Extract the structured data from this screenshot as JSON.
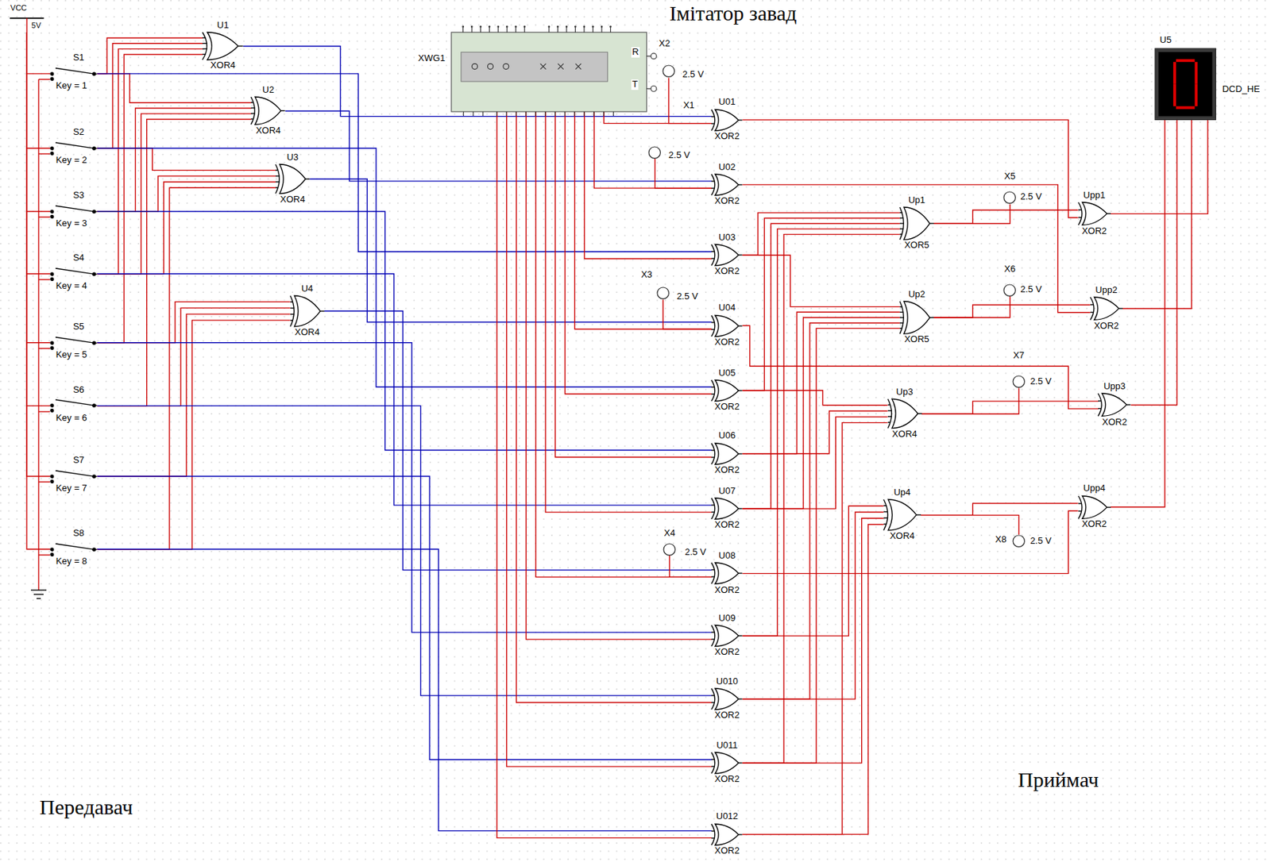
{
  "diagram": {
    "nodes": [
      {
        "text": [
          "VCC",
          "5V"
        ]
      },
      {
        "text": [
          "S1",
          "Key = 1"
        ]
      },
      {
        "text": [
          "S2",
          "Key = 2"
        ]
      },
      {
        "text": [
          "S3",
          "Key = 3"
        ]
      },
      {
        "text": [
          "S4",
          "Key = 4"
        ]
      },
      {
        "text": [
          "S5",
          "Key = 5"
        ]
      },
      {
        "text": [
          "S6",
          "Key = 6"
        ]
      },
      {
        "text": [
          "S7",
          "Key = 7"
        ]
      },
      {
        "text": [
          "S8",
          "Key = 8"
        ]
      },
      {
        "text": [
          "U1",
          "XOR4"
        ]
      },
      {
        "text": [
          "U2",
          "XOR4"
        ]
      },
      {
        "text": [
          "U3",
          "XOR4"
        ]
      },
      {
        "text": [
          "U4",
          "XOR4"
        ]
      },
      {
        "text": [
          "XWG1",
          "R",
          "T"
        ]
      },
      {
        "text": [
          "2.5 V"
        ]
      },
      {
        "text": [
          "2.5 V"
        ]
      },
      {
        "text": [
          "2.5 V"
        ]
      },
      {
        "text": [
          "X4",
          "2.5 V"
        ]
      },
      {
        "text": [
          "U01",
          "XOR2"
        ]
      },
      {
        "text": [
          "U02",
          "XOR2"
        ]
      },
      {
        "text": [
          "U03",
          "XOR2"
        ]
      },
      {
        "text": [
          "U04",
          "XOR2"
        ]
      },
      {
        "text": [
          "U05",
          "XOR2"
        ]
      },
      {
        "text": [
          "U06",
          "XOR2"
        ]
      },
      {
        "text": [
          "U07",
          "XOR2"
        ]
      },
      {
        "text": [
          "U08",
          "XOR2"
        ]
      },
      {
        "text": [
          "U09",
          "XOR2"
        ]
      },
      {
        "text": [
          "U010",
          "XOR2"
        ]
      },
      {
        "text": [
          "U011",
          "XOR2"
        ]
      },
      {
        "text": [
          "U012",
          "XOR2"
        ]
      },
      {
        "text": [
          "X5",
          "2.5 V"
        ]
      },
      {
        "text": [
          "X6",
          "2.5 V"
        ]
      },
      {
        "text": [
          "X7",
          "2.5 V"
        ]
      },
      {
        "text": [
          "X8",
          "2.5 V"
        ]
      },
      {
        "text": [
          "Up1",
          "XOR5"
        ]
      },
      {
        "text": [
          "Up2",
          "XOR5"
        ]
      },
      {
        "text": [
          "Up3",
          "XOR4"
        ]
      },
      {
        "text": [
          "Up4",
          "XOR4"
        ]
      },
      {
        "text": [
          "Upp1",
          "XOR2"
        ]
      },
      {
        "text": [
          "Upp2",
          "XOR2"
        ]
      },
      {
        "text": [
          "Upp3",
          "XOR2"
        ]
      },
      {
        "text": [
          "Upp4",
          "XOR2"
        ]
      },
      {
        "text": [
          "U5",
          "DCD_HE"
        ]
      }
    ],
    "edges": [
      {
        "from": 0,
        "to": 1,
        "arrow": "none"
      },
      {
        "from": 0,
        "to": 2,
        "arrow": "none"
      },
      {
        "from": 0,
        "to": 3,
        "arrow": "none"
      },
      {
        "from": 0,
        "to": 4,
        "arrow": "none"
      },
      {
        "from": 0,
        "to": 5,
        "arrow": "none"
      },
      {
        "from": 0,
        "to": 6,
        "arrow": "none"
      },
      {
        "from": 0,
        "to": 7,
        "arrow": "none"
      },
      {
        "from": 0,
        "to": 8,
        "arrow": "none"
      },
      {
        "from": 1,
        "to": 9,
        "arrow": "none"
      },
      {
        "from": 2,
        "to": 9,
        "arrow": "none"
      },
      {
        "from": 4,
        "to": 9,
        "arrow": "none"
      },
      {
        "from": 5,
        "to": 9,
        "arrow": "none"
      },
      {
        "from": 1,
        "to": 10,
        "arrow": "none"
      },
      {
        "from": 3,
        "to": 10,
        "arrow": "none"
      },
      {
        "from": 4,
        "to": 10,
        "arrow": "none"
      },
      {
        "from": 6,
        "to": 10,
        "arrow": "none"
      },
      {
        "from": 2,
        "to": 11,
        "arrow": "none"
      },
      {
        "from": 3,
        "to": 11,
        "arrow": "none"
      },
      {
        "from": 4,
        "to": 11,
        "arrow": "none"
      },
      {
        "from": 8,
        "to": 11,
        "arrow": "none"
      },
      {
        "from": 5,
        "to": 12,
        "arrow": "none"
      },
      {
        "from": 6,
        "to": 12,
        "arrow": "none"
      },
      {
        "from": 7,
        "to": 12,
        "arrow": "none"
      },
      {
        "from": 8,
        "to": 12,
        "arrow": "none"
      },
      {
        "from": 9,
        "to": 18,
        "arrow": "none"
      },
      {
        "from": 10,
        "to": 19,
        "arrow": "none"
      },
      {
        "from": 1,
        "to": 20,
        "arrow": "none"
      },
      {
        "from": 11,
        "to": 21,
        "arrow": "none"
      },
      {
        "from": 2,
        "to": 22,
        "arrow": "none"
      },
      {
        "from": 3,
        "to": 23,
        "arrow": "none"
      },
      {
        "from": 4,
        "to": 24,
        "arrow": "none"
      },
      {
        "from": 12,
        "to": 25,
        "arrow": "none"
      },
      {
        "from": 5,
        "to": 26,
        "arrow": "none"
      },
      {
        "from": 6,
        "to": 27,
        "arrow": "none"
      },
      {
        "from": 7,
        "to": 28,
        "arrow": "none"
      },
      {
        "from": 8,
        "to": 29,
        "arrow": "none"
      },
      {
        "from": 13,
        "to": 18,
        "arrow": "none"
      },
      {
        "from": 13,
        "to": 19,
        "arrow": "none"
      },
      {
        "from": 13,
        "to": 20,
        "arrow": "none"
      },
      {
        "from": 13,
        "to": 21,
        "arrow": "none"
      },
      {
        "from": 13,
        "to": 22,
        "arrow": "none"
      },
      {
        "from": 13,
        "to": 23,
        "arrow": "none"
      },
      {
        "from": 13,
        "to": 24,
        "arrow": "none"
      },
      {
        "from": 13,
        "to": 25,
        "arrow": "none"
      },
      {
        "from": 13,
        "to": 26,
        "arrow": "none"
      },
      {
        "from": 13,
        "to": 27,
        "arrow": "none"
      },
      {
        "from": 13,
        "to": 28,
        "arrow": "none"
      },
      {
        "from": 13,
        "to": 29,
        "arrow": "none"
      },
      {
        "from": 14,
        "to": 18,
        "arrow": "none"
      },
      {
        "from": 15,
        "to": 19,
        "arrow": "none"
      },
      {
        "from": 16,
        "to": 21,
        "arrow": "none"
      },
      {
        "from": 17,
        "to": 25,
        "arrow": "none"
      },
      {
        "from": 20,
        "to": 34,
        "arrow": "none"
      },
      {
        "from": 22,
        "to": 34,
        "arrow": "none"
      },
      {
        "from": 24,
        "to": 34,
        "arrow": "none"
      },
      {
        "from": 26,
        "to": 34,
        "arrow": "none"
      },
      {
        "from": 28,
        "to": 34,
        "arrow": "none"
      },
      {
        "from": 20,
        "to": 35,
        "arrow": "none"
      },
      {
        "from": 23,
        "to": 35,
        "arrow": "none"
      },
      {
        "from": 24,
        "to": 35,
        "arrow": "none"
      },
      {
        "from": 27,
        "to": 35,
        "arrow": "none"
      },
      {
        "from": 28,
        "to": 35,
        "arrow": "none"
      },
      {
        "from": 22,
        "to": 36,
        "arrow": "none"
      },
      {
        "from": 23,
        "to": 36,
        "arrow": "none"
      },
      {
        "from": 24,
        "to": 36,
        "arrow": "none"
      },
      {
        "from": 29,
        "to": 36,
        "arrow": "none"
      },
      {
        "from": 26,
        "to": 37,
        "arrow": "none"
      },
      {
        "from": 27,
        "to": 37,
        "arrow": "none"
      },
      {
        "from": 28,
        "to": 37,
        "arrow": "none"
      },
      {
        "from": 29,
        "to": 37,
        "arrow": "none"
      },
      {
        "from": 34,
        "to": 38,
        "arrow": "none"
      },
      {
        "from": 35,
        "to": 39,
        "arrow": "none"
      },
      {
        "from": 36,
        "to": 40,
        "arrow": "none"
      },
      {
        "from": 37,
        "to": 41,
        "arrow": "none"
      },
      {
        "from": 18,
        "to": 38,
        "arrow": "none"
      },
      {
        "from": 19,
        "to": 39,
        "arrow": "none"
      },
      {
        "from": 21,
        "to": 40,
        "arrow": "none"
      },
      {
        "from": 25,
        "to": 41,
        "arrow": "none"
      },
      {
        "from": 30,
        "to": 34,
        "arrow": "none"
      },
      {
        "from": 31,
        "to": 35,
        "arrow": "none"
      },
      {
        "from": 32,
        "to": 36,
        "arrow": "none"
      },
      {
        "from": 33,
        "to": 37,
        "arrow": "none"
      },
      {
        "from": 38,
        "to": 42,
        "arrow": "none"
      },
      {
        "from": 39,
        "to": 42,
        "arrow": "none"
      },
      {
        "from": 40,
        "to": 42,
        "arrow": "none"
      },
      {
        "from": 41,
        "to": 42,
        "arrow": "none"
      }
    ],
    "labels": [
      "Імітатор завад",
      "Передавач",
      "Приймач",
      "X1",
      "X2",
      "X3"
    ]
  }
}
